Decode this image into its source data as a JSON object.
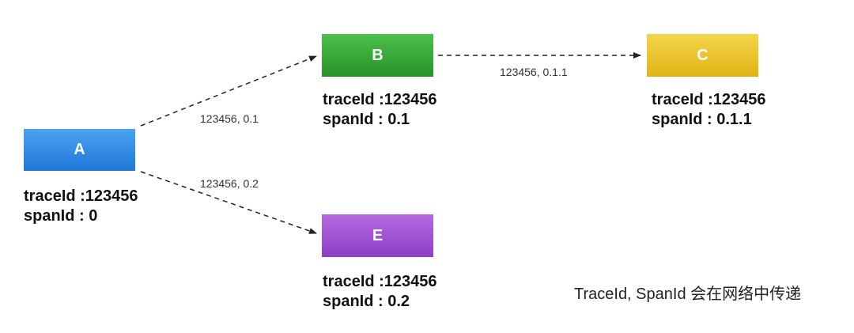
{
  "nodes": {
    "a": {
      "label": "A",
      "trace_line": "traceId :123456",
      "span_line": "spanId : 0",
      "color": "#1f77d8"
    },
    "b": {
      "label": "B",
      "trace_line": "traceId :123456",
      "span_line": "spanId : 0.1",
      "color": "#279327"
    },
    "c": {
      "label": "C",
      "trace_line": "traceId :123456",
      "span_line": "spanId : 0.1.1",
      "color": "#e0b414"
    },
    "e": {
      "label": "E",
      "trace_line": "traceId :123456",
      "span_line": "spanId : 0.2",
      "color": "#8c3fc7"
    }
  },
  "edges": {
    "a_to_b": {
      "label": "123456, 0.1"
    },
    "a_to_e": {
      "label": "123456, 0.2"
    },
    "b_to_c": {
      "label": "123456, 0.1.1"
    }
  },
  "caption": "TraceId, SpanId 会在网络中传递"
}
